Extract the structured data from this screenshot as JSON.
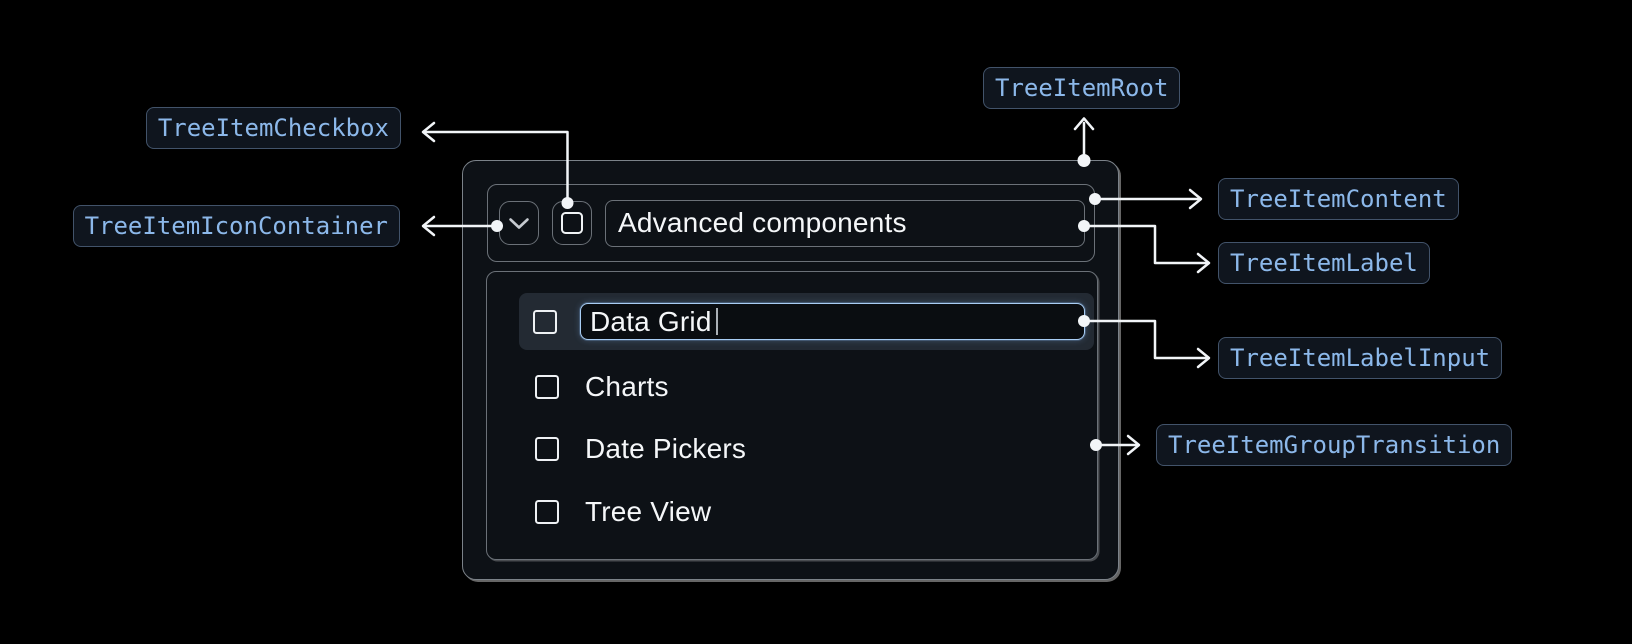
{
  "annotations": {
    "tree_item_checkbox": "TreeItemCheckbox",
    "tree_item_icon_container": "TreeItemIconContainer",
    "tree_item_root": "TreeItemRoot",
    "tree_item_content": "TreeItemContent",
    "tree_item_label": "TreeItemLabel",
    "tree_item_label_input": "TreeItemLabelInput",
    "tree_item_group_transition": "TreeItemGroupTransition"
  },
  "tree": {
    "parent_item": {
      "label": "Advanced components",
      "expanded": true,
      "checkbox_checked": false
    },
    "editing_item": {
      "input_value": "Data Grid",
      "caret_visible": true,
      "checkbox_checked": false
    },
    "child_items": [
      {
        "label": "Charts",
        "checkbox_checked": false
      },
      {
        "label": "Date Pickers",
        "checkbox_checked": false
      },
      {
        "label": "Tree View",
        "checkbox_checked": false
      }
    ]
  },
  "colors": {
    "canvas_bg": "#000000",
    "panel_bg": "#0d1116",
    "panel_border": "#7b8289",
    "inner_border": "#6b7178",
    "row_highlight": "#232a33",
    "focus_ring": "#a9cdf4",
    "text": "#f5f7f9",
    "connector": "#f2f5f8",
    "annotation_text": "#8cb8ea",
    "annotation_border": "#42536a",
    "annotation_bg": "#0f151e"
  }
}
